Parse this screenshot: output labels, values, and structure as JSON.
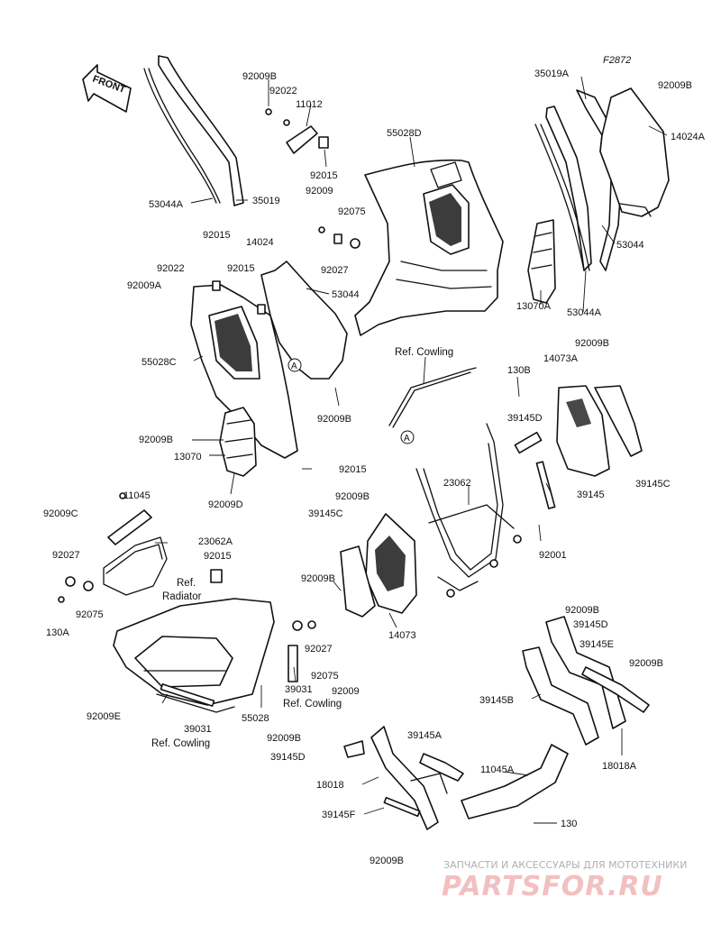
{
  "figure_code": "F2872",
  "front_arrow": "FRONT",
  "labels": {
    "p92009B_a": "92009B",
    "p92022_a": "92022",
    "p11012": "11012",
    "p92015_a": "92015",
    "p92009_a": "92009",
    "p92075_a": "92075",
    "p92027_a": "92027",
    "p55028D": "55028D",
    "p53044A_a": "53044A",
    "p35019": "35019",
    "p35019A": "35019A",
    "p92009B_b": "92009B",
    "p14024A": "14024A",
    "p53044_a": "53044",
    "p13070A": "13070A",
    "p53044A_b": "53044A",
    "p92015_b": "92015",
    "p14024": "14024",
    "p92022_b": "92022",
    "p92015_c": "92015",
    "p92009A": "92009A",
    "p53044_b": "53044",
    "p55028C": "55028C",
    "p92009B_c": "92009B",
    "p92009B_d": "92009B",
    "p13070": "13070",
    "p92009D": "92009D",
    "p92015_d": "92015",
    "p130B": "130B",
    "p92009B_e": "92009B",
    "p14073A": "14073A",
    "p39145D_a": "39145D",
    "p39145C_a": "39145C",
    "p39145": "39145",
    "p23062": "23062",
    "p92009B_f": "92009B",
    "p39145C_b": "39145C",
    "p92001": "92001",
    "p11045": "11045",
    "p92009C": "92009C",
    "p23062A": "23062A",
    "p92015_e": "92015",
    "p92027_b": "92027",
    "p92075_b": "92075",
    "p130A": "130A",
    "p92009B_g": "92009B",
    "p14073": "14073",
    "p92027_c": "92027",
    "p92075_c": "92075",
    "p39031_a": "39031",
    "p92009_b": "92009",
    "p55028": "55028",
    "p92009E": "92009E",
    "p39031_b": "39031",
    "p92009B_h": "92009B",
    "p39145D_b": "39145D",
    "p39145E": "39145E",
    "p92009B_i": "92009B",
    "p39145B": "39145B",
    "p18018A": "18018A",
    "p92009B_j": "92009B",
    "p39145A": "39145A",
    "p39145D_c": "39145D",
    "p18018": "18018",
    "p11045A": "11045A",
    "p39145F": "39145F",
    "p130": "130",
    "p92009B_k": "92009B"
  },
  "refs": {
    "cowling_a": "Ref. Cowling",
    "cowling_b": "Ref. Cowling",
    "cowling_c": "Ref. Cowling",
    "radiator": "Ref.\nRadiator",
    "radiator_l1": "Ref.",
    "radiator_l2": "Radiator",
    "circle_a": "A"
  },
  "watermark": {
    "tagline": "ЗАПЧАСТИ И АКСЕССУАРЫ ДЛЯ МОТОТЕХНИКИ",
    "brand": "PARTSFOR.RU"
  },
  "colors": {
    "line": "#111111",
    "background": "#ffffff",
    "watermark_brand": "#f2c0c0",
    "watermark_tagline": "#b0b0b0"
  }
}
